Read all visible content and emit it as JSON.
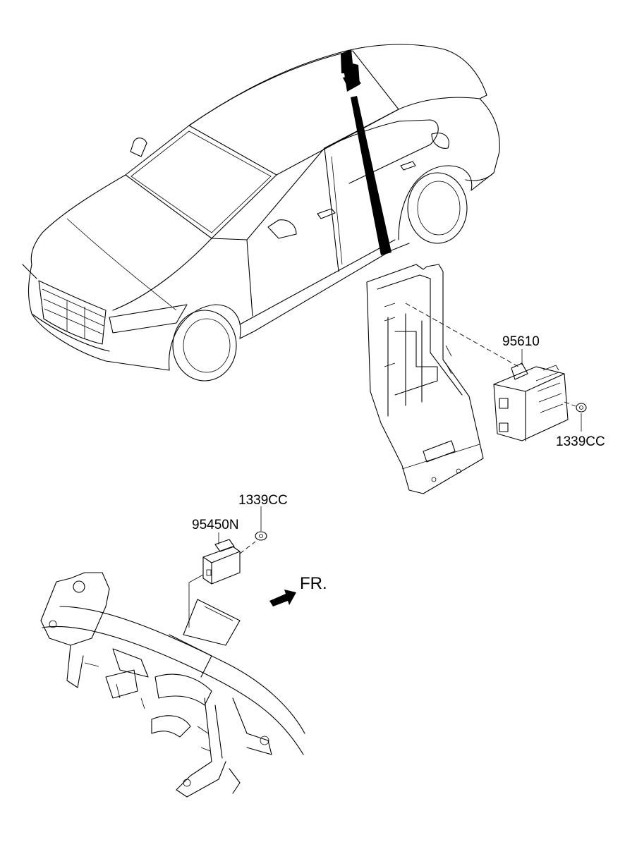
{
  "callouts": {
    "part_95610": "95610",
    "nut_upper": "1339CC",
    "nut_lower": "1339CC",
    "part_95450n": "95450N"
  },
  "direction": {
    "label": "FR."
  },
  "icons": [
    "car-outline-icon",
    "front-arrow-icon"
  ]
}
